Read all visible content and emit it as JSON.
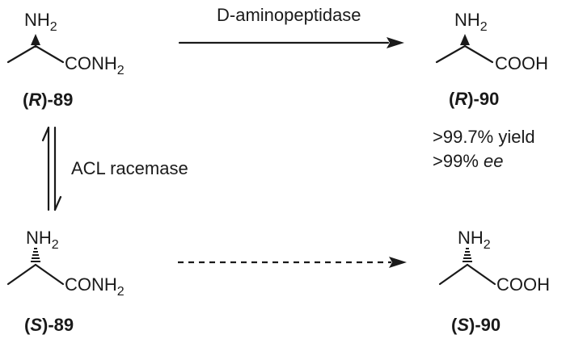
{
  "molecules": {
    "r89": {
      "nh2": "NH",
      "nh2_sub": "2",
      "group": "CONH",
      "group_sub": "2",
      "label_open": "(",
      "label_config": "R",
      "label_close": ")-89"
    },
    "r90": {
      "nh2": "NH",
      "nh2_sub": "2",
      "group": "COOH",
      "label_open": "(",
      "label_config": "R",
      "label_close": ")-90"
    },
    "s89": {
      "nh2": "NH",
      "nh2_sub": "2",
      "group": "CONH",
      "group_sub": "2",
      "label_open": "(",
      "label_config": "S",
      "label_close": ")-89"
    },
    "s90": {
      "nh2": "NH",
      "nh2_sub": "2",
      "group": "COOH",
      "label_open": "(",
      "label_config": "S",
      "label_close": ")-90"
    }
  },
  "arrows": {
    "top_enzyme": "D-aminopeptidase",
    "equilibrium_enzyme": "ACL racemase"
  },
  "results": {
    "yield": ">99.7% yield",
    "ee_value": ">99% ",
    "ee_unit": "ee"
  },
  "colors": {
    "ink": "#1a1a1a",
    "background": "#ffffff"
  }
}
